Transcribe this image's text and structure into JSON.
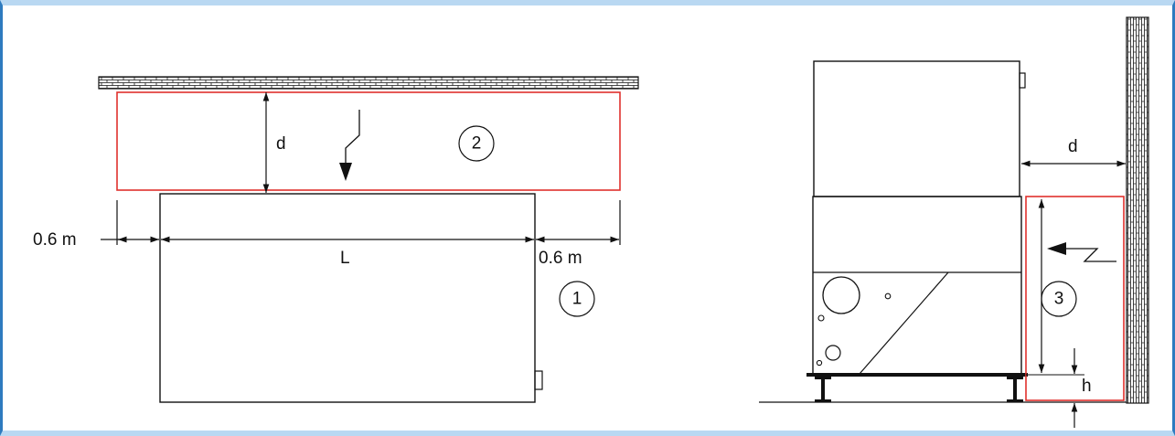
{
  "labels": {
    "left_clearance": "0.6 m",
    "right_clearance": "0.6 m",
    "length": "L",
    "depth_top": "d",
    "depth_side": "d",
    "height": "h"
  },
  "markers": {
    "unit": "1",
    "top_zone": "2",
    "side_zone": "3"
  },
  "colors": {
    "zone_outline": "#e0312d",
    "frame_border": "#2e7bbf",
    "frame_band": "#b9d8f2",
    "line": "#111111"
  }
}
